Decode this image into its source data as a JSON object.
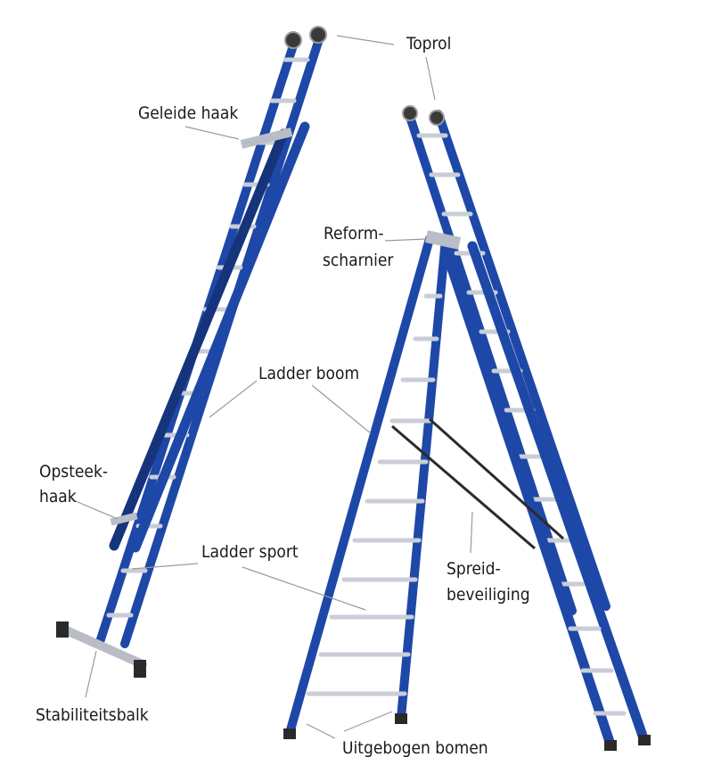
{
  "labels": {
    "toprol": "Toprol",
    "geleide_haak": "Geleide haak",
    "reform_line1": "Reform-",
    "reform_line2": "scharnier",
    "ladder_boom": "Ladder boom",
    "opsteek_line1": "Opsteek-",
    "opsteek_line2": "haak",
    "ladder_sport": "Ladder sport",
    "spreid_line1": "Spreid-",
    "spreid_line2": "beveiliging",
    "stabiliteitsbalk": "Stabiliteitsbalk",
    "uitgebogen_bomen": "Uitgebogen bomen"
  },
  "colors": {
    "rail": "#1e48a8",
    "rail_dark": "#15347c",
    "rung": "#c9ced6",
    "rung_dark": "#8d949e",
    "wheel": "#3a3a3a",
    "callout_line": "#9a9a9a",
    "spreader": "#2b2b2b",
    "foot": "#2a2a2a"
  }
}
